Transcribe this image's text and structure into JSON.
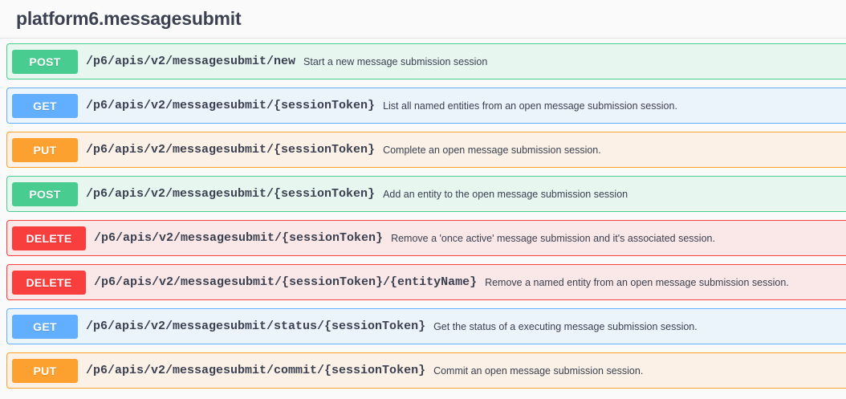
{
  "tag": {
    "title": "platform6.messagesubmit"
  },
  "colors": {
    "post": "#49cc90",
    "get": "#61affe",
    "put": "#fca130",
    "delete": "#f93e3e",
    "post_bg": "#e8f6f0",
    "get_bg": "#ebf3fb",
    "put_bg": "#fbf1e6",
    "delete_bg": "#fae7e7",
    "title_text": "#3b4151"
  },
  "operations": [
    {
      "method": "POST",
      "path": "/p6/apis/v2/messagesubmit/new",
      "description": "Start a new message submission session"
    },
    {
      "method": "GET",
      "path": "/p6/apis/v2/messagesubmit/{sessionToken}",
      "description": "List all named entities from an open message submission session."
    },
    {
      "method": "PUT",
      "path": "/p6/apis/v2/messagesubmit/{sessionToken}",
      "description": "Complete an open message submission session."
    },
    {
      "method": "POST",
      "path": "/p6/apis/v2/messagesubmit/{sessionToken}",
      "description": "Add an entity to the open message submission session"
    },
    {
      "method": "DELETE",
      "path": "/p6/apis/v2/messagesubmit/{sessionToken}",
      "description": "Remove a 'once active' message submission and it's associated session."
    },
    {
      "method": "DELETE",
      "path": "/p6/apis/v2/messagesubmit/{sessionToken}/{entityName}",
      "description": "Remove a named entity from an open message submission session."
    },
    {
      "method": "GET",
      "path": "/p6/apis/v2/messagesubmit/status/{sessionToken}",
      "description": "Get the status of a executing message submission session."
    },
    {
      "method": "PUT",
      "path": "/p6/apis/v2/messagesubmit/commit/{sessionToken}",
      "description": "Commit an open message submission session."
    }
  ]
}
